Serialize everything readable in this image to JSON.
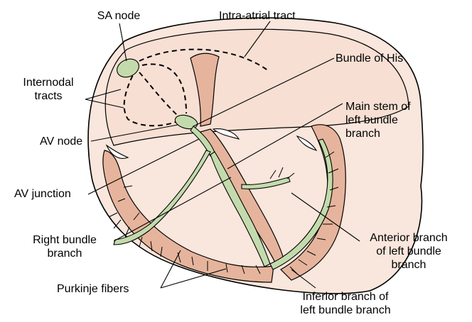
{
  "labels": {
    "sa_node": "SA node",
    "intra_atrial_tract": "Intra-atrial tract",
    "internodal_tracts": "Internodal\ntracts",
    "bundle_of_his": "Bundle of His",
    "main_stem": "Main stem of\nleft bundle\nbranch",
    "av_node": "AV node",
    "av_junction": "AV junction",
    "right_bundle_branch": "Right bundle\nbranch",
    "anterior_branch": "Anterior branch\nof left bundle\nbranch",
    "purkinje_fibers": "Purkinje fibers",
    "inferior_branch": "Inferior branch of\nleft bundle branch"
  },
  "colors": {
    "outline": "#000000",
    "heart_fill": "#f9e6dc",
    "chamber_fill": "#f7dfd3",
    "muscle_fill": "#e6b49c",
    "conduction_fill": "#c3dbac",
    "background": "#ffffff"
  }
}
